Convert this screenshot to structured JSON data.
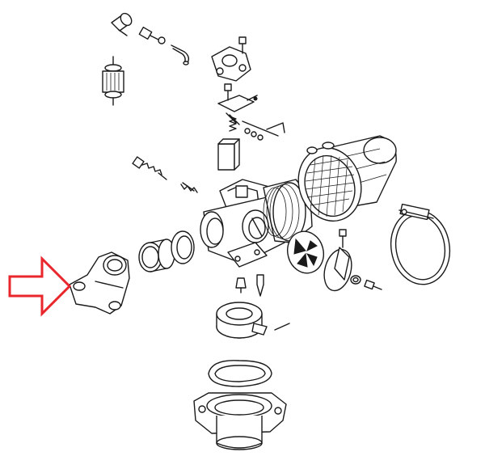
{
  "diagram": {
    "parts": [
      {
        "id": "fuel-filter-top",
        "icon": "filter-cap-icon"
      },
      {
        "id": "screw-top",
        "icon": "screw-icon"
      },
      {
        "id": "fuel-hose-bend",
        "icon": "hose-icon"
      },
      {
        "id": "fuel-filter",
        "icon": "fuel-filter-icon"
      },
      {
        "id": "float-chamber-cover",
        "icon": "cover-icon"
      },
      {
        "id": "float-lever-assembly",
        "icon": "lever-icon"
      },
      {
        "id": "float",
        "icon": "float-icon"
      },
      {
        "id": "idle-screw",
        "icon": "screw-icon"
      },
      {
        "id": "spring-small",
        "icon": "spring-icon"
      },
      {
        "id": "carburetor-body",
        "icon": "carburetor-icon"
      },
      {
        "id": "air-filter",
        "icon": "air-filter-icon"
      },
      {
        "id": "hose-clamp",
        "icon": "clamp-icon"
      },
      {
        "id": "o-ring-large",
        "icon": "o-ring-icon"
      },
      {
        "id": "sleeve",
        "icon": "sleeve-icon"
      },
      {
        "id": "intake-manifold",
        "icon": "manifold-icon"
      },
      {
        "id": "choke-disc",
        "icon": "disc-icon"
      },
      {
        "id": "throttle-valve",
        "icon": "valve-icon"
      },
      {
        "id": "jets",
        "icon": "jet-icon"
      },
      {
        "id": "mixing-chamber-ring",
        "icon": "ring-icon"
      },
      {
        "id": "gasket",
        "icon": "gasket-icon"
      },
      {
        "id": "float-bowl",
        "icon": "bowl-icon"
      }
    ],
    "highlight": {
      "target": "intake-manifold",
      "arrow_color": "#e8262b",
      "icon": "arrow-right-icon"
    }
  }
}
